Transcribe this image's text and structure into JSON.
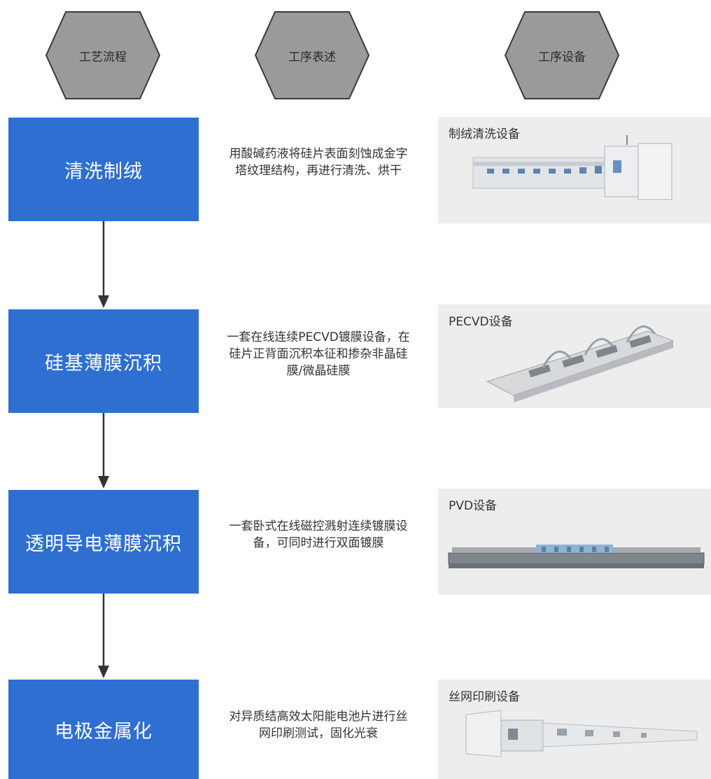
{
  "headers": {
    "process": "工艺流程",
    "description": "工序表述",
    "equipment": "工序设备"
  },
  "steps": [
    {
      "name": "清洗制绒",
      "description": "用酸碱药液将硅片表面刻蚀成金字塔纹理结构，再进行清洗、烘干",
      "equipment": "制绒清洗设备",
      "equipment_icon": "cleaning-machine-photo"
    },
    {
      "name": "硅基薄膜沉积",
      "description": "一套在线连续PECVD镀膜设备，在硅片正背面沉积本征和掺杂非晶硅膜/微晶硅膜",
      "equipment": "PECVD设备",
      "equipment_icon": "pecvd-machine-photo"
    },
    {
      "name": "透明导电薄膜沉积",
      "description": "一套卧式在线磁控溅射连续镀膜设备，可同时进行双面镀膜",
      "equipment": "PVD设备",
      "equipment_icon": "pvd-machine-photo"
    },
    {
      "name": "电极金属化",
      "description": "对异质结高效太阳能电池片进行丝网印刷测试，固化光衰",
      "equipment": "丝网印刷设备",
      "equipment_icon": "screen-printer-photo"
    }
  ],
  "colors": {
    "step_fill": "#2E6FD1",
    "header_fill": "#9a9a9a",
    "arrow": "#333333",
    "equip_bg": "#ededed"
  }
}
